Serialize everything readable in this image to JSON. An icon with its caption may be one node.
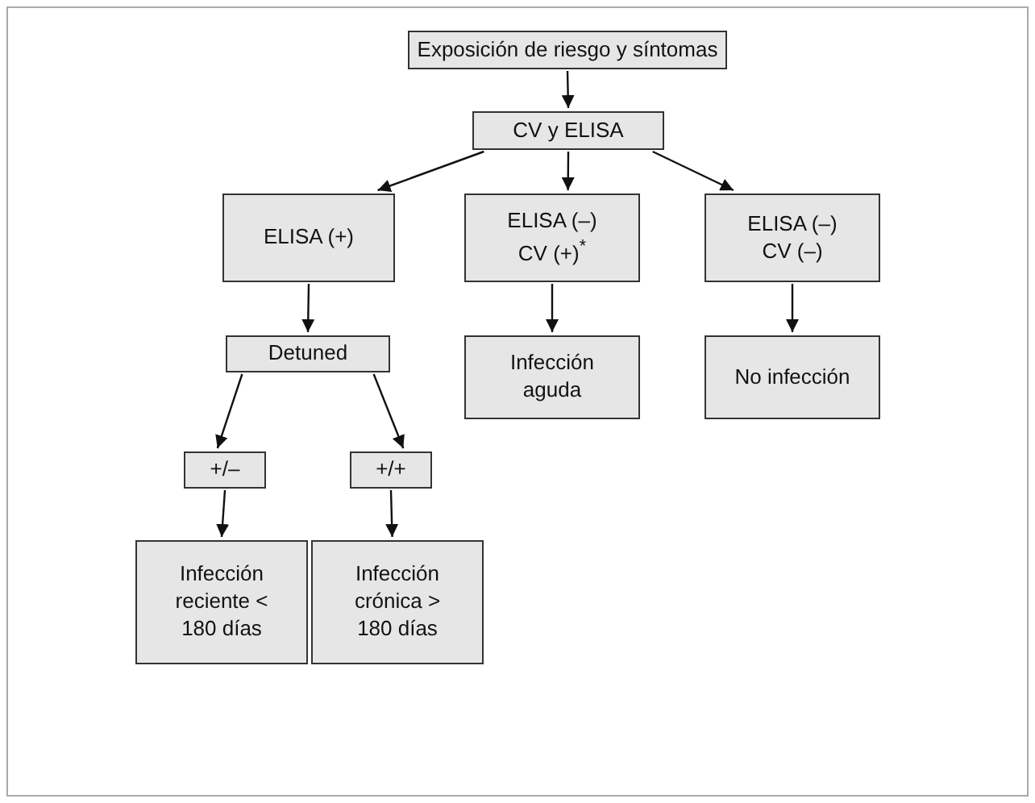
{
  "diagram": {
    "nodes": [
      {
        "text": [
          "Exposición de riesgo y síntomas"
        ]
      },
      {
        "text": [
          "CV y ELISA"
        ]
      },
      {
        "text": [
          "ELISA (+)"
        ]
      },
      {
        "text": [
          "ELISA  (–) CV (+)$^{*}$"
        ]
      },
      {
        "text": [
          "ELISA (–) CV (–)"
        ]
      },
      {
        "text": [
          "Detuned"
        ]
      },
      {
        "text": [
          "Infección aguda"
        ]
      },
      {
        "text": [
          "No infección"
        ]
      },
      {
        "text": [
          "+/–"
        ]
      },
      {
        "text": [
          "+/+"
        ]
      },
      {
        "text": [
          "Infección reciente < 180 días"
        ]
      },
      {
        "text": [
          "Infección crónica > 180 días"
        ]
      }
    ],
    "edges": [
      {
        "from": 0,
        "to": 1,
        "arrow": "to"
      },
      {
        "from": 1,
        "to": 2,
        "arrow": "to"
      },
      {
        "from": 1,
        "to": 3,
        "arrow": "to"
      },
      {
        "from": 1,
        "to": 4,
        "arrow": "to"
      },
      {
        "from": 2,
        "to": 5,
        "arrow": "to"
      },
      {
        "from": 3,
        "to": 6,
        "arrow": "to"
      },
      {
        "from": 4,
        "to": 7,
        "arrow": "to"
      },
      {
        "from": 5,
        "to": 8,
        "arrow": "to"
      },
      {
        "from": 5,
        "to": 9,
        "arrow": "to"
      },
      {
        "from": 8,
        "to": 10,
        "arrow": "to"
      },
      {
        "from": 9,
        "to": 11,
        "arrow": "to"
      }
    ]
  }
}
